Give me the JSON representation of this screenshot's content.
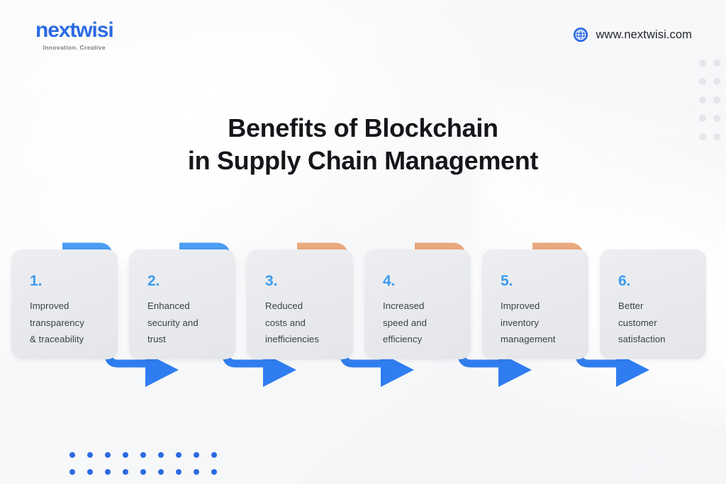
{
  "brand": {
    "logo_text": "nextwisi",
    "logo_tagline": "Innovation. Creative",
    "logo_color": "#2b6ae3",
    "website": "www.nextwisi.com",
    "globe_icon": "globe-icon"
  },
  "title": {
    "line1": "Benefits of Blockchain",
    "line2": "in Supply Chain Management"
  },
  "palette": {
    "background": "#f7f8f9",
    "card_fill": "#e8eaee",
    "number_blue": "#3d9bf0",
    "arrow_blue": "#2f7df0",
    "connector_orange": "#e8a87c",
    "text_dark": "#3d4046",
    "title_dark": "#14161a",
    "dot_blue": "#2b6ae3",
    "dot_gray": "#e4e6ea"
  },
  "chart_data": {
    "type": "diagram",
    "title": "Benefits of Blockchain in Supply Chain Management",
    "layout": "horizontal numbered step flow with wrap-around arrow connectors",
    "steps": [
      {
        "number": "1.",
        "label": "Improved\ntransparency\n& traceability",
        "connector": "blue"
      },
      {
        "number": "2.",
        "label": "Enhanced\nsecurity and\ntrust",
        "connector": "blue"
      },
      {
        "number": "3.",
        "label": "Reduced\ncosts and\ninefficiencies",
        "connector": "orange-to-blue"
      },
      {
        "number": "4.",
        "label": "Increased\nspeed and\nefficiency",
        "connector": "orange-to-blue"
      },
      {
        "number": "5.",
        "label": "Improved\ninventory\nmanagement",
        "connector": "orange-to-blue"
      },
      {
        "number": "6.",
        "label": "Better\ncustomer\nsatisfaction",
        "connector": "none"
      }
    ]
  },
  "steps": [
    {
      "number": "1.",
      "l1": "Improved",
      "l2": "transparency",
      "l3": "& traceability"
    },
    {
      "number": "2.",
      "l1": "Enhanced",
      "l2": "security and",
      "l3": "trust"
    },
    {
      "number": "3.",
      "l1": "Reduced",
      "l2": "costs and",
      "l3": "inefficiencies"
    },
    {
      "number": "4.",
      "l1": "Increased",
      "l2": "speed and",
      "l3": "efficiency"
    },
    {
      "number": "5.",
      "l1": "Improved",
      "l2": "inventory",
      "l3": "management"
    },
    {
      "number": "6.",
      "l1": "Better",
      "l2": "customer",
      "l3": "satisfaction"
    }
  ],
  "decor": {
    "dots_top_right": {
      "rows": 5,
      "cols": 3,
      "color": "#e4e6ea"
    },
    "dots_bottom_left": {
      "rows": 2,
      "cols": 9,
      "color": "#2b6ae3"
    }
  }
}
